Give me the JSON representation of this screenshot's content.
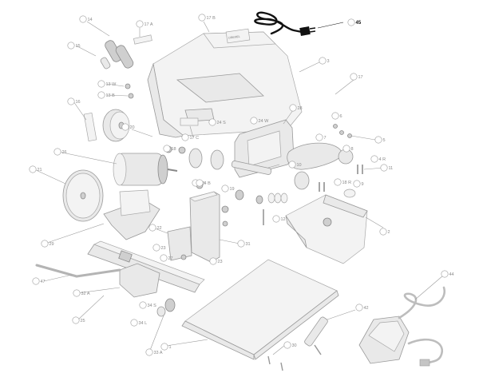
{
  "diagram": {
    "highlighted_callout": "45",
    "callouts": [
      {
        "id": "c14",
        "text": "14"
      },
      {
        "id": "c17a",
        "text": "17 A"
      },
      {
        "id": "c17b",
        "text": "17 B"
      },
      {
        "id": "c45",
        "text": "45"
      },
      {
        "id": "c15",
        "text": "15"
      },
      {
        "id": "c3",
        "text": "3"
      },
      {
        "id": "c13w",
        "text": "13 W"
      },
      {
        "id": "c13b",
        "text": "13 B"
      },
      {
        "id": "c17",
        "text": "17"
      },
      {
        "id": "c16",
        "text": "16"
      },
      {
        "id": "c28",
        "text": "28"
      },
      {
        "id": "c20",
        "text": "20"
      },
      {
        "id": "c17c",
        "text": "17 C"
      },
      {
        "id": "c24s",
        "text": "24 S"
      },
      {
        "id": "c24w",
        "text": "24 W"
      },
      {
        "id": "c6",
        "text": "6"
      },
      {
        "id": "c5",
        "text": "5"
      },
      {
        "id": "c7",
        "text": "7"
      },
      {
        "id": "c8",
        "text": "8"
      },
      {
        "id": "c4r",
        "text": "4 R"
      },
      {
        "id": "c26",
        "text": "26"
      },
      {
        "id": "c18",
        "text": "18"
      },
      {
        "id": "c10",
        "text": "10"
      },
      {
        "id": "c21",
        "text": "21"
      },
      {
        "id": "c11",
        "text": "11"
      },
      {
        "id": "c13",
        "text": "13"
      },
      {
        "id": "c4b",
        "text": "4 B"
      },
      {
        "id": "c19",
        "text": "19"
      },
      {
        "id": "c18r",
        "text": "18 R"
      },
      {
        "id": "c9",
        "text": "9"
      },
      {
        "id": "c12",
        "text": "12"
      },
      {
        "id": "c2",
        "text": "2"
      },
      {
        "id": "c29",
        "text": "29"
      },
      {
        "id": "c22",
        "text": "22"
      },
      {
        "id": "c23",
        "text": "23"
      },
      {
        "id": "c27",
        "text": "27"
      },
      {
        "id": "c31",
        "text": "31"
      },
      {
        "id": "c23b",
        "text": "23"
      },
      {
        "id": "c44",
        "text": "44"
      },
      {
        "id": "c47",
        "text": "47"
      },
      {
        "id": "c32a",
        "text": "32 A"
      },
      {
        "id": "c34s",
        "text": "34 S"
      },
      {
        "id": "c25",
        "text": "25"
      },
      {
        "id": "c34l",
        "text": "34 L"
      },
      {
        "id": "c42",
        "text": "42"
      },
      {
        "id": "c33a",
        "text": "33 A"
      },
      {
        "id": "c1",
        "text": "1"
      },
      {
        "id": "c30",
        "text": "30"
      }
    ]
  }
}
